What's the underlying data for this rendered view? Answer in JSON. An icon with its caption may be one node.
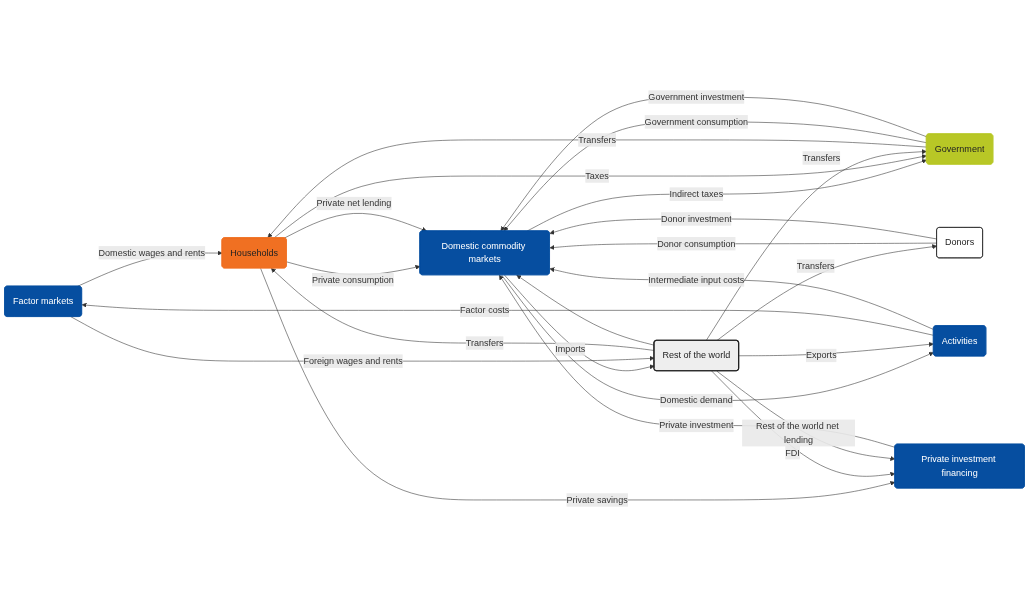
{
  "diagram": {
    "nodes": [
      {
        "text": [
          "Factor markets"
        ]
      },
      {
        "text": [
          "Households"
        ]
      },
      {
        "text": [
          "Government"
        ]
      },
      {
        "text": [
          "Activities"
        ]
      },
      {
        "text": [
          "Domestic commodity markets"
        ]
      },
      {
        "text": [
          "Donors"
        ]
      },
      {
        "text": [
          "Rest of the world"
        ]
      },
      {
        "text": [
          "Private investment financing"
        ]
      }
    ],
    "edges": [
      {
        "from": 0,
        "to": 1,
        "arrow": "to",
        "label": "Domestic wages and rents"
      },
      {
        "from": 3,
        "to": 0,
        "arrow": "to",
        "label": "Factor costs"
      },
      {
        "from": 3,
        "to": 4,
        "arrow": "to",
        "label": "Intermediate input costs"
      },
      {
        "from": 1,
        "to": 4,
        "arrow": "to",
        "label": "Private consumption"
      },
      {
        "from": 4,
        "to": 2,
        "arrow": "to",
        "label": "Indirect taxes"
      },
      {
        "from": 1,
        "to": 2,
        "arrow": "to",
        "label": "Taxes"
      },
      {
        "from": 2,
        "to": 1,
        "arrow": "to",
        "label": "Transfers"
      },
      {
        "from": 2,
        "to": 4,
        "arrow": "to",
        "label": "Government consumption"
      },
      {
        "from": 5,
        "to": 4,
        "arrow": "to",
        "label": "Donor consumption"
      },
      {
        "from": 6,
        "to": 2,
        "arrow": "to",
        "label": "Transfers"
      },
      {
        "from": 6,
        "to": 5,
        "arrow": "to",
        "label": "Transfers"
      },
      {
        "from": 6,
        "to": 1,
        "arrow": "to",
        "label": "Transfers"
      },
      {
        "from": 1,
        "to": 7,
        "arrow": "to",
        "label": "Private savings"
      },
      {
        "from": 1,
        "to": 4,
        "arrow": "to",
        "label": "Private net lending"
      },
      {
        "from": 2,
        "to": 4,
        "arrow": "to",
        "label": "Government investment"
      },
      {
        "from": 5,
        "to": 4,
        "arrow": "to",
        "label": "Donor investment"
      },
      {
        "from": 6,
        "to": 7,
        "arrow": "to",
        "label": "FDI"
      },
      {
        "from": 6,
        "to": 7,
        "arrow": "to",
        "label": "Rest of the world net lending"
      },
      {
        "from": 6,
        "to": 4,
        "arrow": "to"
      },
      {
        "from": 7,
        "to": 4,
        "arrow": "to",
        "label": "Private investment"
      },
      {
        "from": 4,
        "to": 3,
        "arrow": "to",
        "label": "Domestic demand"
      },
      {
        "from": 4,
        "to": 6,
        "arrow": "to",
        "label": "Imports"
      },
      {
        "from": 6,
        "to": 3,
        "arrow": "to",
        "label": "Exports"
      },
      {
        "from": 0,
        "to": 6,
        "arrow": "to",
        "label": "Foreign wages and rents"
      }
    ]
  }
}
